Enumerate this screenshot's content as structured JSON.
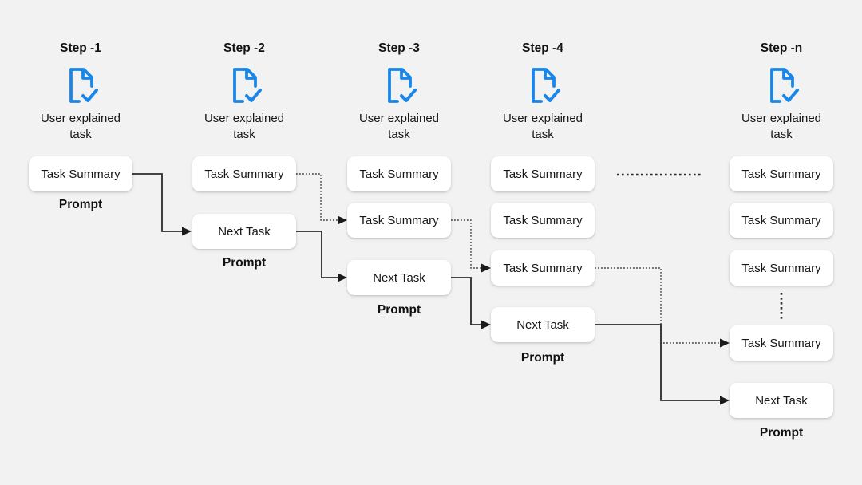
{
  "colors": {
    "background": "#f2f2f2",
    "box_fill": "#ffffff",
    "icon_blue": "#1a87e8",
    "line": "#2b2b2b",
    "text": "#161616"
  },
  "steps": [
    {
      "title": "Step -1",
      "icon": "document-check-icon",
      "caption": "User explained task",
      "boxes": [
        "Task Summary"
      ],
      "prompt_label": "Prompt"
    },
    {
      "title": "Step -2",
      "icon": "document-check-icon",
      "caption": "User explained task",
      "boxes": [
        "Task Summary",
        "Next Task"
      ],
      "prompt_label": "Prompt"
    },
    {
      "title": "Step -3",
      "icon": "document-check-icon",
      "caption": "User explained task",
      "boxes": [
        "Task Summary",
        "Task Summary",
        "Next Task"
      ],
      "prompt_label": "Prompt"
    },
    {
      "title": "Step -4",
      "icon": "document-check-icon",
      "caption": "User explained task",
      "boxes": [
        "Task Summary",
        "Task Summary",
        "Task Summary",
        "Next Task"
      ],
      "prompt_label": "Prompt"
    },
    {
      "title": "Step -n",
      "icon": "document-check-icon",
      "caption": "User explained task",
      "boxes": [
        "Task Summary",
        "Task Summary",
        "Task Summary",
        "Task Summary",
        "Next Task"
      ],
      "prompt_label": "Prompt"
    }
  ],
  "connectors": [
    {
      "from": "step1.task-summary-1",
      "to": "step2.next-task",
      "style": "solid-arrow"
    },
    {
      "from": "step2.task-summary-1",
      "to": "step3.task-summary-2",
      "style": "dotted-arrow"
    },
    {
      "from": "step2.next-task",
      "to": "step3.next-task",
      "style": "solid-arrow"
    },
    {
      "from": "step3.task-summary-2",
      "to": "step4.task-summary-3",
      "style": "dotted-arrow"
    },
    {
      "from": "step3.next-task",
      "to": "step4.next-task",
      "style": "solid-arrow"
    },
    {
      "from": "step4.task-summary-1",
      "to": "stepn.task-summary-1",
      "style": "dotted-ellipsis"
    },
    {
      "from": "step4.task-summary-3",
      "to": "stepn.task-summary-4",
      "style": "dotted-arrow"
    },
    {
      "from": "step4.next-task",
      "to": "stepn.next-task",
      "style": "solid-arrow"
    },
    {
      "within": "stepn.between-task-summary-3-and-4",
      "style": "vertical-ellipsis"
    }
  ]
}
